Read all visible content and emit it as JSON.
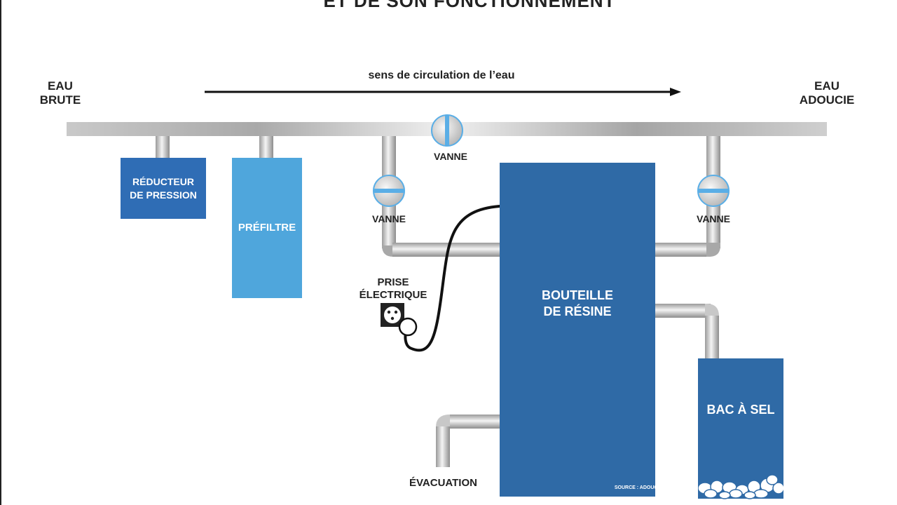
{
  "title": "ET DE SON FONCTIONNEMENT",
  "flow_label": "sens de circulation de l’eau",
  "inlet": {
    "line1": "EAU",
    "line2": "BRUTE"
  },
  "outlet": {
    "line1": "EAU",
    "line2": "ADOUCIE"
  },
  "components": {
    "reducer": {
      "line1": "RÉDUCTEUR",
      "line2": "DE PRESSION"
    },
    "prefilter": "PRÉFILTRE",
    "resin": {
      "line1": "BOUTEILLE",
      "line2": "DE RÉSINE"
    },
    "salt": "BAC À SEL",
    "outlet_power": {
      "line1": "PRISE",
      "line2": "ÉLECTRIQUE"
    },
    "drain": "ÉVACUATION"
  },
  "valves": {
    "top": "VANNE",
    "left": "VANNE",
    "right": "VANNE"
  },
  "source": "SOURCE : ADOUCISSEURDEAU.INFO",
  "colors": {
    "reducer": "#2f6db5",
    "prefilter": "#4fa6dc",
    "resin": "#2f6aa6",
    "salt": "#2f6aa6",
    "pipe": "#b8b8b8",
    "valve": "#5aaee6"
  }
}
